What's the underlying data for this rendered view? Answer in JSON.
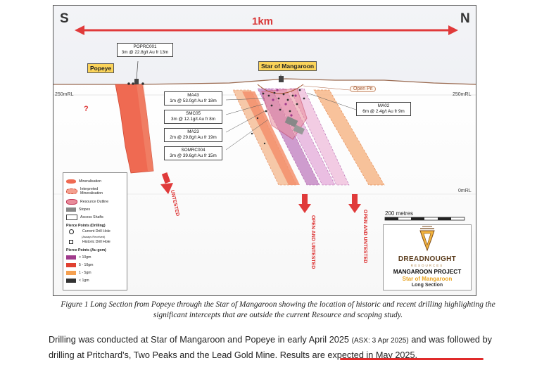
{
  "figure": {
    "south": "S",
    "north": "N",
    "scale_top": "1km",
    "rl_250_left": "250mRL",
    "rl_250_right": "250mRL",
    "rl_0_right": "0mRL",
    "deposit_popeye": "Popeye",
    "deposit_star": "Star of Mangaroon",
    "open_pit": "Open Pit",
    "question": "?",
    "untested": "UNTESTED",
    "open_untested_1": "OPEN AND UNTESTED",
    "open_untested_2": "OPEN AND UNTESTED",
    "scale_bar": "200 metres",
    "callouts": [
      {
        "hole": "POPRC001",
        "result": "3m @ 22.8g/t Au fr 13m"
      },
      {
        "hole": "MA43",
        "result": "1m @ 53.0g/t Au fr 18m"
      },
      {
        "hole": "SMC05",
        "result": "3m @ 12.1g/t Au fr 8m"
      },
      {
        "hole": "MA23",
        "result": "2m @ 29.8g/t Au fr 19m"
      },
      {
        "hole": "SOMRC004",
        "result": "3m @ 39.6g/t Au fr 15m"
      },
      {
        "hole": "MA02",
        "result": "6m @ 2.4g/t Au fr 9m"
      }
    ],
    "legend": {
      "mineralisation": "Mineralisation",
      "interpreted": "Interpreted Mineralisation",
      "resource": "Resource Outline",
      "stopes": "Stopes",
      "shafts": "Access Shafts",
      "pierce_drilling": "Pierce Points (Drilling)",
      "current_hole": "Current Drill Hole",
      "awaiting": "(Assays Received)",
      "historic_hole": "Historic Drill Hole",
      "pierce_au": "Pierce Points (Au gxm)",
      "g1": "> 10gm",
      "g2": "5 - 10gm",
      "g3": "1 - 5gm",
      "g4": "< 1gm",
      "colors": {
        "g1": "#a03a8c",
        "g2": "#e04030",
        "g3": "#f5a050",
        "g4": "#333333"
      }
    },
    "logo": {
      "name": "DREADNOUGHT",
      "sub": "RESOURCES",
      "project": "MANGAROON PROJECT",
      "star": "Star of Mangaroon",
      "section": "Long Section"
    }
  },
  "caption": "Figure 1 Long Section from Popeye through the Star of Mangaroon showing the location of historic and recent drilling highlighting the significant intercepts that are outside the current Resource and scoping study.",
  "paragraph": {
    "part1": "Drilling was conducted at Star of Mangaroon and Popeye in early April 2025 ",
    "asx": "(ASX: 3 Apr 2025)",
    "part2": " and was followed by drilling at Pritchard's, Two Peaks and the Lead Gold Mine.  ",
    "highlight": "Results are expected in May 2025."
  }
}
